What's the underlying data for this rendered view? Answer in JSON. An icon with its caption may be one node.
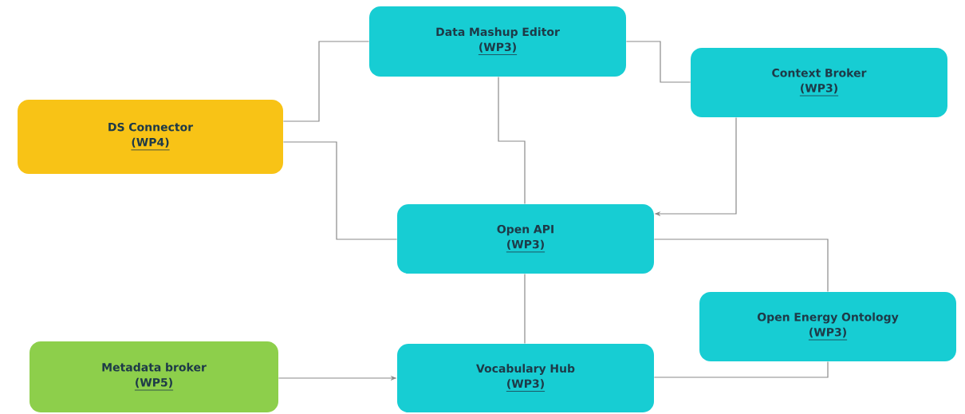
{
  "diagram": {
    "nodes": [
      {
        "text": [
          "Data Mashup Editor",
          "(WP3)"
        ]
      },
      {
        "text": [
          "Context Broker",
          "(WP3)"
        ]
      },
      {
        "text": [
          "DS Connector",
          "(WP4)"
        ]
      },
      {
        "text": [
          "Open API",
          "(WP3)"
        ]
      },
      {
        "text": [
          "Open Energy Ontology",
          "(WP3)"
        ]
      },
      {
        "text": [
          "Metadata broker",
          "(WP5)"
        ]
      },
      {
        "text": [
          "Vocabulary Hub",
          "(WP3)"
        ]
      }
    ],
    "edges": [
      {
        "from": 2,
        "to": 0,
        "arrow": "none"
      },
      {
        "from": 0,
        "to": 1,
        "arrow": "none"
      },
      {
        "from": 0,
        "to": 3,
        "arrow": "none"
      },
      {
        "from": 2,
        "to": 3,
        "arrow": "none"
      },
      {
        "from": 1,
        "to": 3,
        "arrow": "to"
      },
      {
        "from": 4,
        "to": 3,
        "arrow": "none"
      },
      {
        "from": 3,
        "to": 6,
        "arrow": "none"
      },
      {
        "from": 5,
        "to": 6,
        "arrow": "to"
      },
      {
        "from": 6,
        "to": 4,
        "arrow": "none"
      }
    ]
  }
}
